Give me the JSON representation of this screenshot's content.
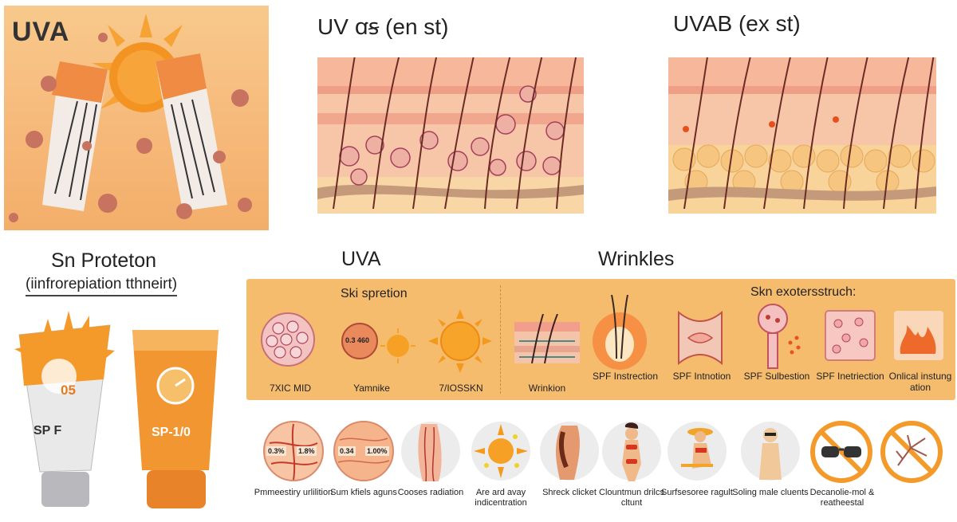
{
  "panels": {
    "uva": {
      "title": "UVA"
    },
    "uvb": {
      "title": "UV ꭤꞩ (en st)"
    },
    "uvab": {
      "title": "UVAB (ex st)"
    }
  },
  "protection": {
    "title": "Sn Proteton",
    "subtitle": "(iinfrorepiation tthneirt)",
    "tube1": {
      "badge": "05",
      "label": "SP F"
    },
    "tube2": {
      "label": "SP-1/0"
    }
  },
  "headings": {
    "uva": "UVA",
    "wrinkles": "Wrinkles"
  },
  "band": {
    "left_label": "Ski spretion",
    "right_label": "Skn exotersstruch:",
    "chip_text": "0.3 460",
    "items": [
      {
        "icon": "cells-circle-icon",
        "label": "7XIC MID"
      },
      {
        "icon": "damaged-cell-sun-icon",
        "label": "Yamnike"
      },
      {
        "icon": "sun-icon",
        "label": "7/IOSSKN"
      },
      {
        "icon": "skin-layers-icon",
        "label": "Wrinkion"
      },
      {
        "icon": "hair-follicle-glow-icon",
        "label": "SPF Instrection"
      },
      {
        "icon": "damaged-tissue-icon",
        "label": "SPF Intnotion"
      },
      {
        "icon": "follicle-cell-icon",
        "label": "SPF Sulbestion"
      },
      {
        "icon": "skin-cells-square-icon",
        "label": "SPF Inetriection"
      },
      {
        "icon": "flame-icon",
        "label": "Onlical instung ation"
      }
    ]
  },
  "bottom": {
    "items": [
      {
        "icon": "skin-layer-circle-icon",
        "chip1": "0.3%",
        "chip2": "1.8%",
        "label": "Pmmeestiry urlilition"
      },
      {
        "icon": "skin-texture-circle-icon",
        "chip1": "0.34",
        "chip2": "1.00%",
        "label": "Sum kfiels aguns"
      },
      {
        "icon": "leg-veins-icon",
        "label": "Cooses radiation"
      },
      {
        "icon": "sunburst-splash-icon",
        "label": "Are ard avay indicentration"
      },
      {
        "icon": "leg-icon",
        "label": "Shreck clicket"
      },
      {
        "icon": "woman-bikini-icon",
        "label": "Clountmun drilcs cltunt"
      },
      {
        "icon": "sunbathing-woman-icon",
        "label": "Surfsesoree ragult"
      },
      {
        "icon": "woman-sunglasses-icon",
        "label": "Soling male cluents"
      },
      {
        "icon": "no-sunglasses-icon",
        "label": "Decanolie-mol & reatheestal"
      },
      {
        "icon": "no-sunburn-icon",
        "label": ""
      }
    ]
  },
  "colors": {
    "orange": "#f39a2b",
    "band": "#f6bc6e",
    "skin": "#f6c7a6",
    "deep_orange": "#e57a1e"
  }
}
